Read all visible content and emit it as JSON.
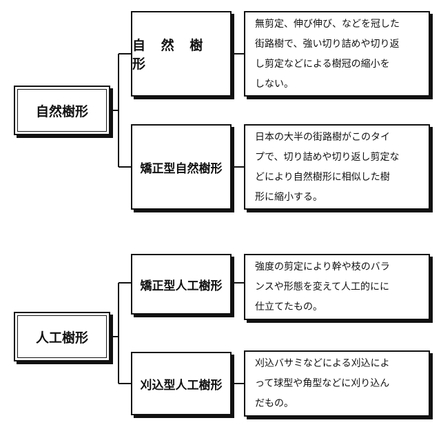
{
  "groups": [
    {
      "root": "自然樹形",
      "children": [
        {
          "label": "自 然 樹 形",
          "description": [
            "無剪定、伸び伸び、などを冠した",
            "街路樹で、強い切り詰めや切り返",
            "し剪定などによる樹冠の縮小を",
            "しない。"
          ]
        },
        {
          "label": "矯正型自然樹形",
          "description": [
            "日本の大半の街路樹がこのタイ",
            "プで、切り詰めや切り返し剪定な",
            "どにより自然樹形に相似した樹",
            "形に縮小する。"
          ]
        }
      ]
    },
    {
      "root": "人工樹形",
      "children": [
        {
          "label": "矯正型人工樹形",
          "description": [
            "強度の剪定により幹や枝のバラ",
            "ンスや形態を変えて人工的にに",
            "仕立てたもの。"
          ]
        },
        {
          "label": "刈込型人工樹形",
          "description": [
            "刈込バサミなどによる刈込によ",
            "って球型や角型などに刈り込ん",
            "だもの。"
          ]
        }
      ]
    }
  ]
}
